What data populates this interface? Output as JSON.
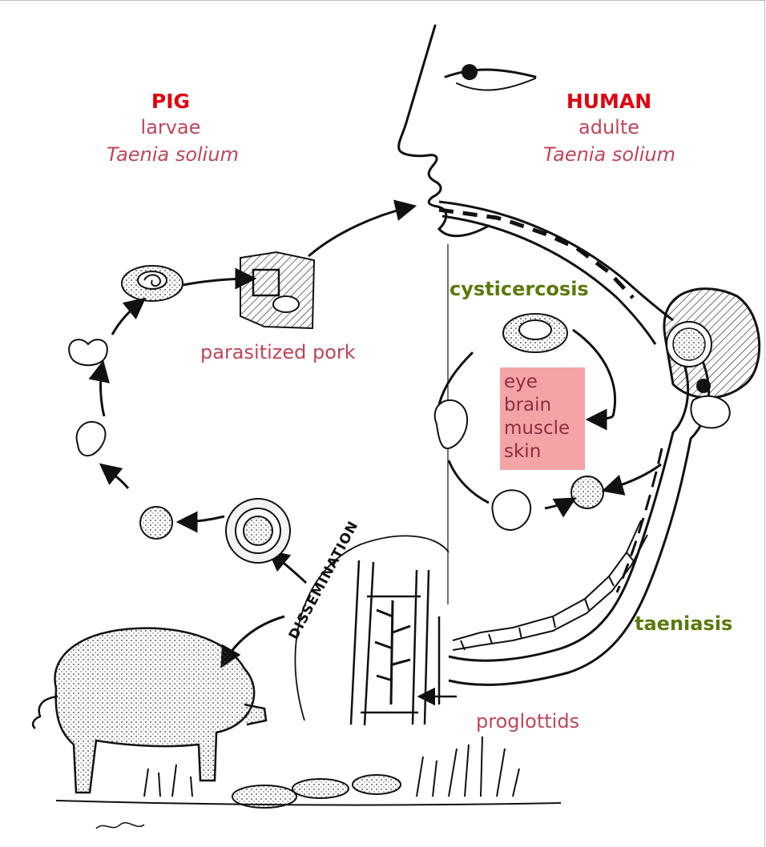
{
  "pig": {
    "title": "PIG",
    "stage": "larvae",
    "species": "Taenia solium"
  },
  "human": {
    "title": "HUMAN",
    "stage": "adulte",
    "species": "Taenia solium"
  },
  "labels": {
    "parasitized_pork": "parasitized pork",
    "cysticercosis": "cysticercosis",
    "taeniasis": "taeniasis",
    "proglottids": "proglottids",
    "dissemination": "DISSEMINATION"
  },
  "sites": [
    "eye",
    "brain",
    "muscle",
    "skin"
  ],
  "colors": {
    "host_title": "#e0000f",
    "label": "#c0465a",
    "disease": "#5a7a0c",
    "sites_box": "#f4a3a7"
  }
}
